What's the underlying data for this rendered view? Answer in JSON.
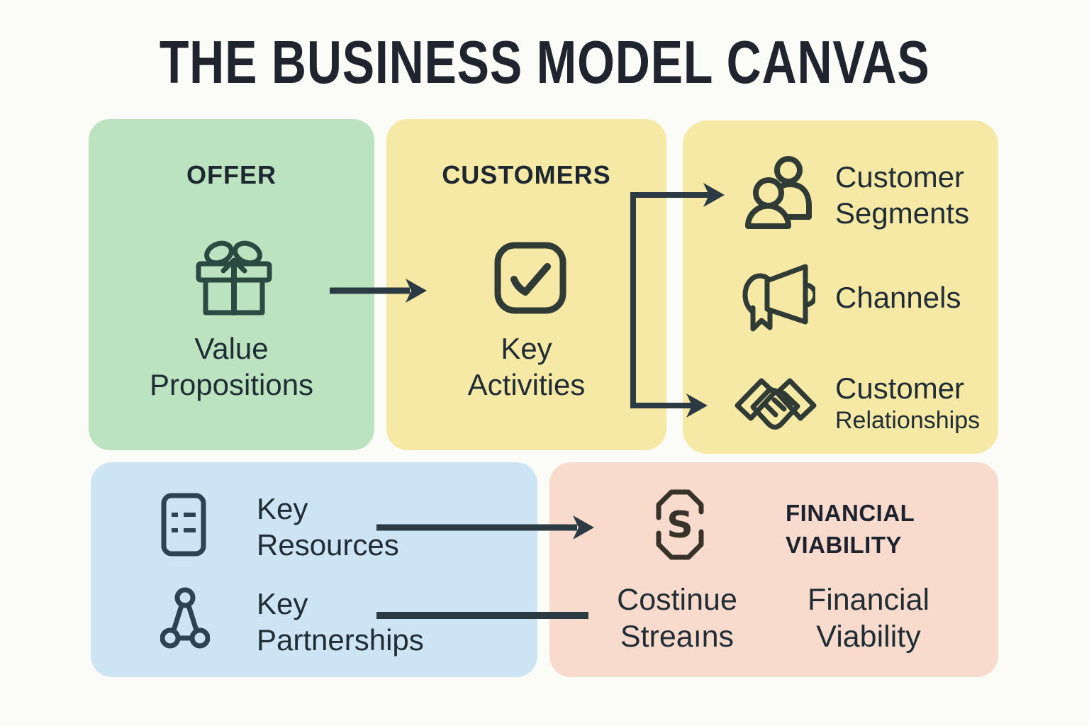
{
  "title": "THE BUSINESS MODEL CANVAS",
  "colors": {
    "background": "#fbfbf8",
    "green_box": "#bce3bf",
    "yellow_box": "#f6e9a6",
    "blue_box": "#cde4f4",
    "pink_box": "#f9dbcd",
    "ink": "#212d35",
    "arrow": "#2c3a43"
  },
  "offer_box": {
    "header": "OFFER",
    "icon": "gift-icon",
    "label_lines": [
      "Value",
      "Propositions"
    ]
  },
  "customers_box": {
    "header": "CUSTOMERS",
    "icon": "checkbox-icon",
    "label_lines": [
      "Key",
      "Activities"
    ]
  },
  "segments_box": {
    "items": [
      {
        "icon": "people-icon",
        "label_lines": [
          "Customer",
          "Segments"
        ]
      },
      {
        "icon": "megaphone-icon",
        "label_lines": [
          "Channels"
        ]
      },
      {
        "icon": "handshake-icon",
        "label_lines": [
          "Customer",
          "Relationships"
        ]
      }
    ]
  },
  "resources_box": {
    "items": [
      {
        "icon": "list-icon",
        "label_lines": [
          "Key",
          "Resources"
        ]
      },
      {
        "icon": "network-icon",
        "label_lines": [
          "Key",
          "Partnerships"
        ]
      }
    ]
  },
  "financial_box": {
    "icon": "dollar-icon",
    "icon_letter": "S",
    "header_lines": [
      "FINANCIAL",
      "VIABILITY"
    ],
    "columns": [
      {
        "label_lines": [
          "Costinue",
          "Streaıns"
        ]
      },
      {
        "label_lines": [
          "Financial",
          "Viability"
        ]
      }
    ]
  }
}
